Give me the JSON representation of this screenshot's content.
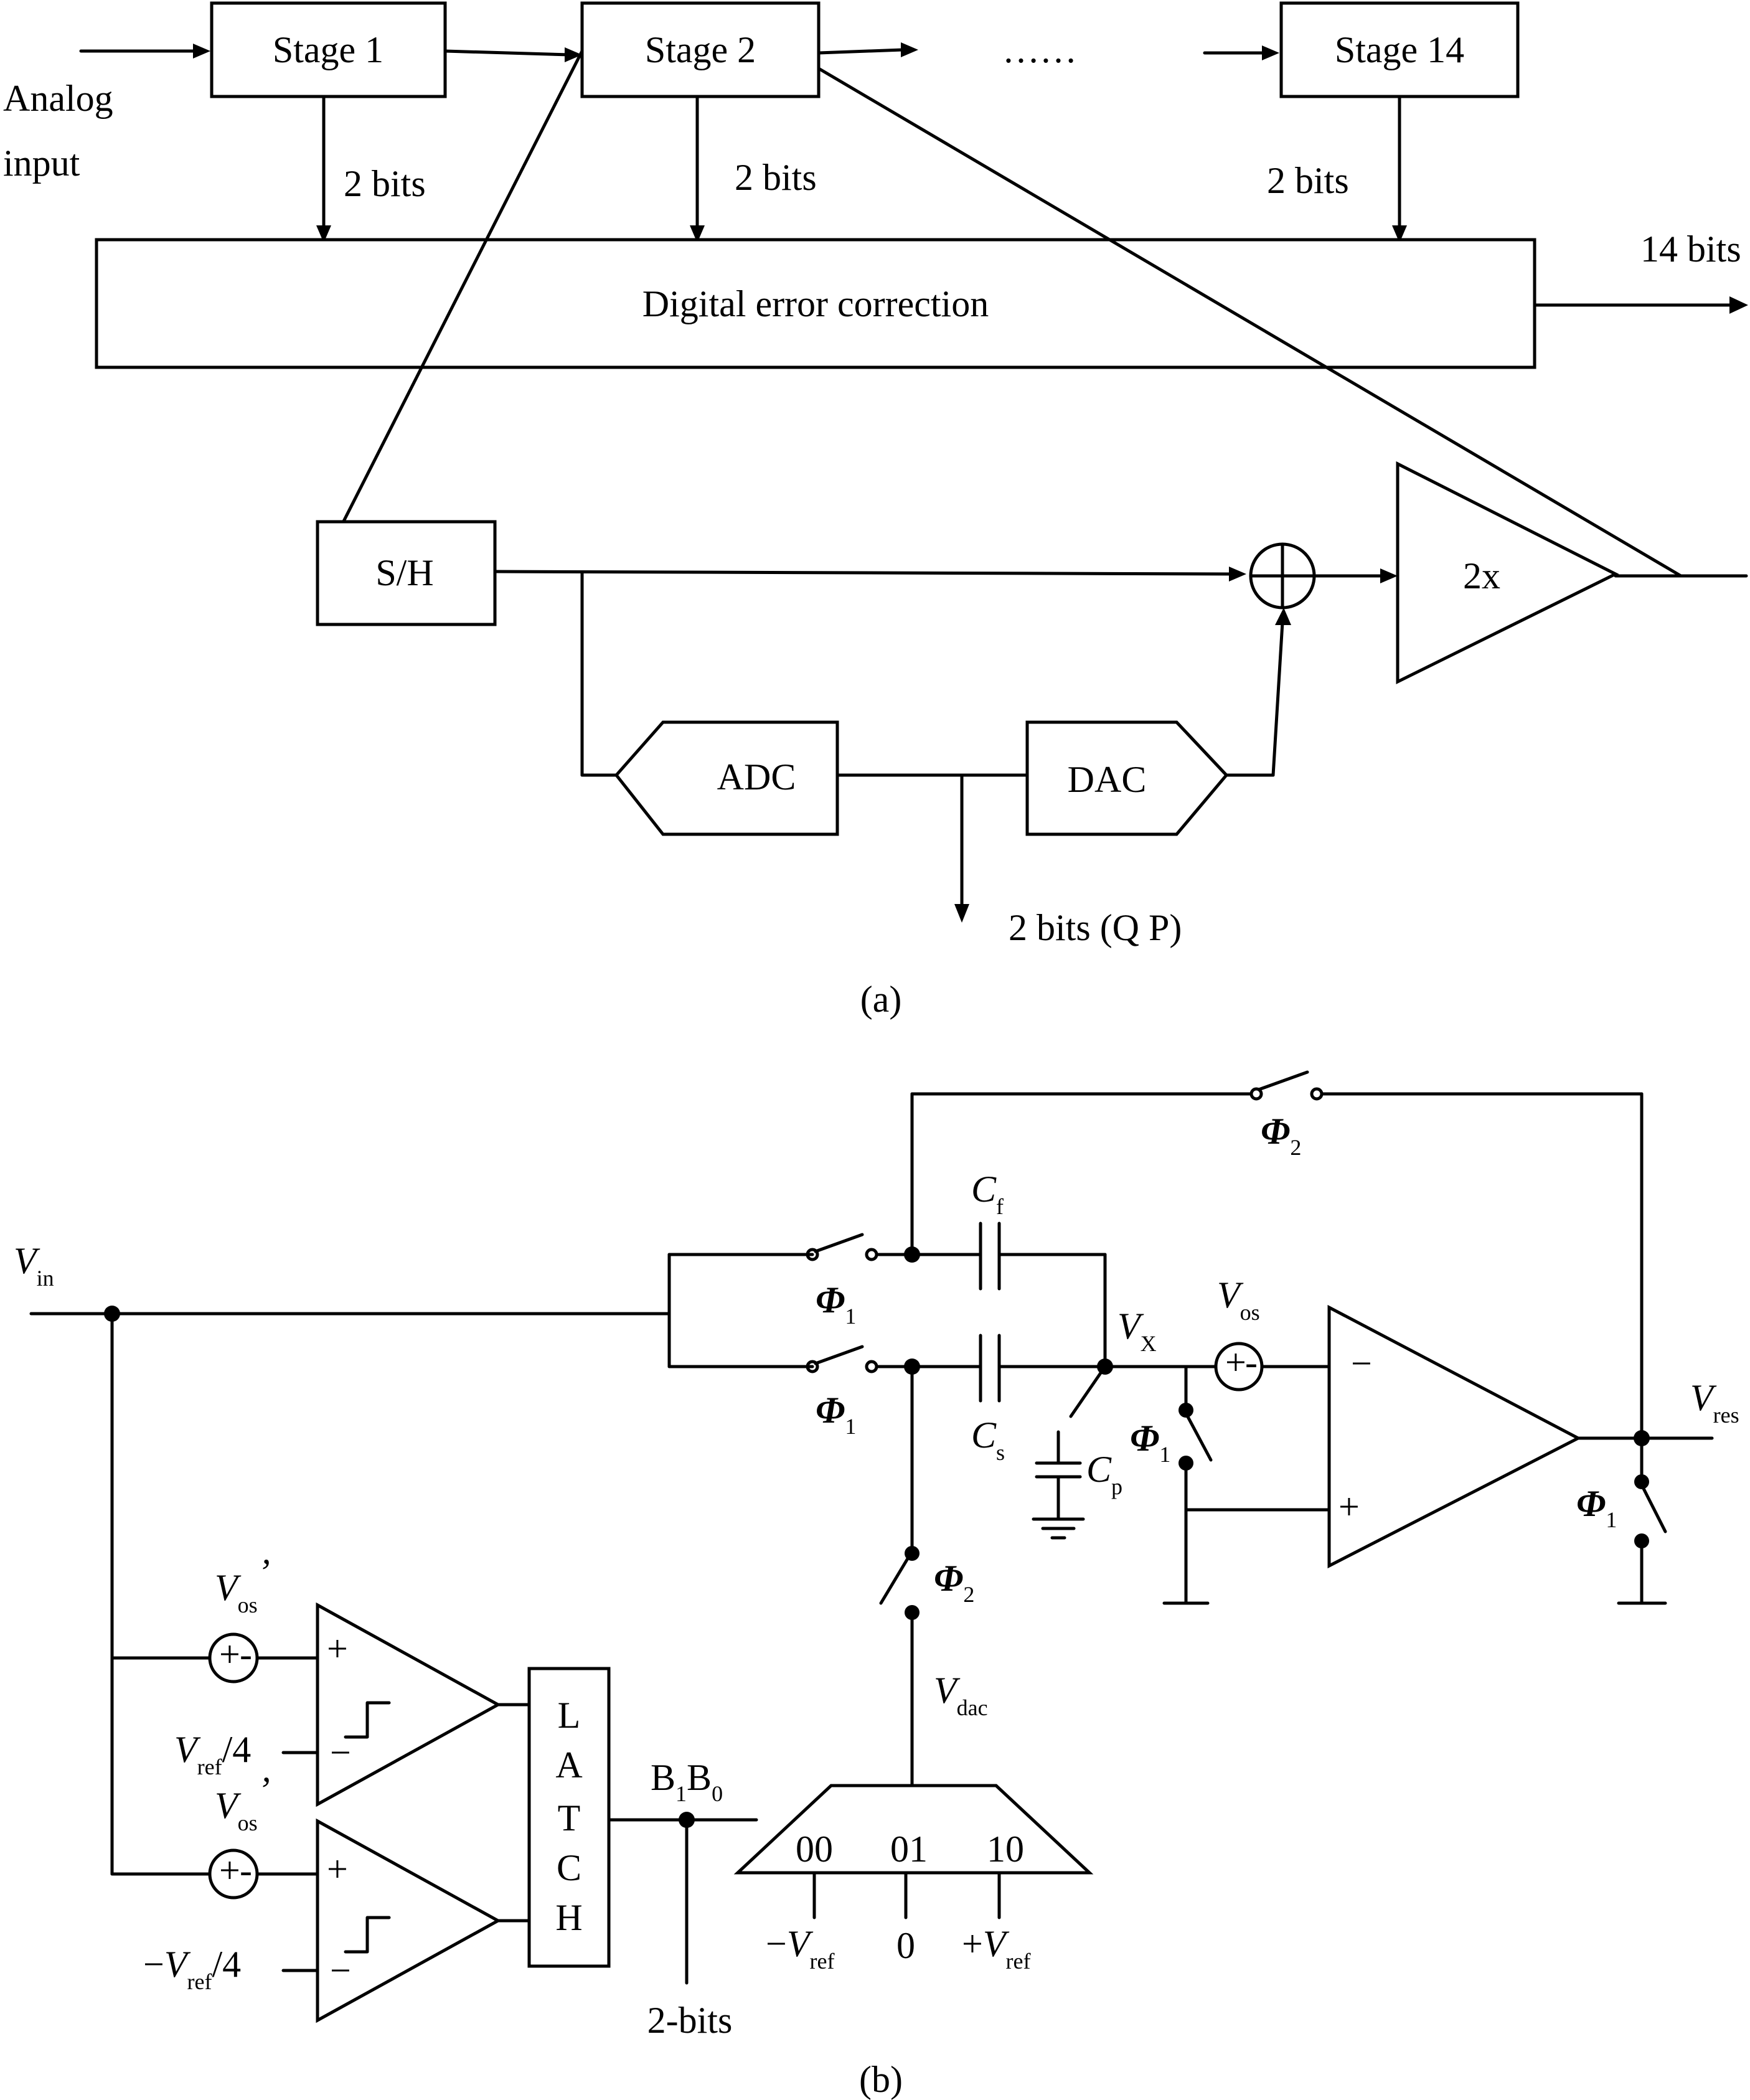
{
  "part_a": {
    "input_label_1": "Analog",
    "input_label_2": "input",
    "stages": [
      "Stage 1",
      "Stage 2",
      "Stage 14"
    ],
    "ellipsis": "……",
    "stage_bits": [
      "2 bits",
      "2 bits",
      "2 bits"
    ],
    "correction": "Digital error correction",
    "output_bits": "14 bits",
    "sh": "S/H",
    "amp": "2x",
    "adc": "ADC",
    "dac": "DAC",
    "qp_bits": "2 bits (Q P)",
    "caption": "(a)"
  },
  "part_b": {
    "vin": "V",
    "vin_sub": "in",
    "cf": "C",
    "cf_sub": "f",
    "cs": "C",
    "cs_sub": "s",
    "cp": "C",
    "cp_sub": "p",
    "vx": "V",
    "vx_sub": "X",
    "vos": "V",
    "vos_sub": "os",
    "vres": "V",
    "vres_sub": "res",
    "phi": "Φ",
    "phi1_sub": "1",
    "phi2_sub": "2",
    "vdac": "V",
    "vdac_sub": "dac",
    "vos_comp": "V",
    "vos_comp_sub": "os",
    "vos_comp_prime": "’",
    "vref": "V",
    "vref_sub": "ref",
    "vref_div": "/4",
    "minus": "−",
    "plus": "+",
    "latch": [
      "L",
      "A",
      "T",
      "C",
      "H"
    ],
    "b1b0": "B",
    "b1": "1",
    "b0": "0",
    "codes": [
      "00",
      "01",
      "10"
    ],
    "zero": "0",
    "twobits": "2-bits",
    "caption": "(b)"
  }
}
